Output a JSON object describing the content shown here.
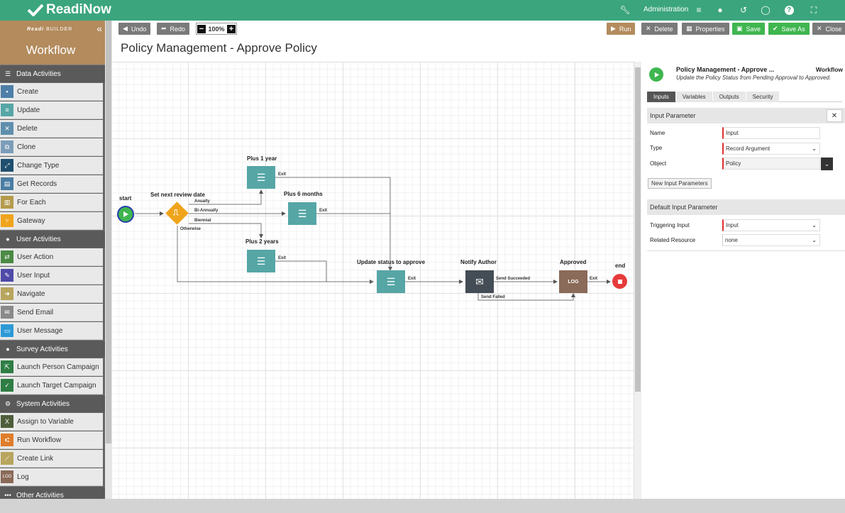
{
  "app": {
    "brand": "ReadiNow",
    "admin_label": "Administration"
  },
  "builder": {
    "title_prefix": "Readi",
    "title_suffix": "BUILDER",
    "panel_title": "Workflow"
  },
  "sidebar": [
    {
      "type": "cat",
      "label": "Data Activities",
      "icon": "table-icon"
    },
    {
      "type": "item",
      "label": "Create",
      "color": "#4f7fa8",
      "glyph": "▪"
    },
    {
      "type": "item",
      "label": "Update",
      "color": "#56a6a6",
      "glyph": "≡"
    },
    {
      "type": "item",
      "label": "Delete",
      "color": "#5f8fad",
      "glyph": "✕"
    },
    {
      "type": "item",
      "label": "Clone",
      "color": "#7c9db8",
      "glyph": "⧉"
    },
    {
      "type": "item",
      "label": "Change Type",
      "color": "#1f4f6e",
      "glyph": "⤢"
    },
    {
      "type": "item",
      "label": "Get Records",
      "color": "#4a7da3",
      "glyph": "▤"
    },
    {
      "type": "item",
      "label": "For Each",
      "color": "#b59a4c",
      "glyph": "▥"
    },
    {
      "type": "item",
      "label": "Gateway",
      "color": "#f0a41c",
      "glyph": "⑂"
    },
    {
      "type": "cat",
      "label": "User Activities",
      "icon": "user-icon"
    },
    {
      "type": "item",
      "label": "User Action",
      "color": "#4c8a45",
      "glyph": "⇄"
    },
    {
      "type": "item",
      "label": "User Input",
      "color": "#4f4aa8",
      "glyph": "✎"
    },
    {
      "type": "item",
      "label": "Navigate",
      "color": "#b8a55e",
      "glyph": "➜"
    },
    {
      "type": "item",
      "label": "Send Email",
      "color": "#8a8a8a",
      "glyph": "✉"
    },
    {
      "type": "item",
      "label": "User Message",
      "color": "#2d9ad6",
      "glyph": "▭"
    },
    {
      "type": "cat",
      "label": "Survey Activities",
      "icon": "person-icon"
    },
    {
      "type": "item",
      "label": "Launch Person Campaign",
      "color": "#2e7d44",
      "glyph": "⇱"
    },
    {
      "type": "item",
      "label": "Launch Target Campaign",
      "color": "#2e7d44",
      "glyph": "✓"
    },
    {
      "type": "cat",
      "label": "System Activities",
      "icon": "gears-icon"
    },
    {
      "type": "item",
      "label": "Assign to Variable",
      "color": "#4e5e3a",
      "glyph": "X"
    },
    {
      "type": "item",
      "label": "Run Workflow",
      "color": "#e07d2b",
      "glyph": "⑆"
    },
    {
      "type": "item",
      "label": "Create Link",
      "color": "#b8a55e",
      "glyph": "⟋"
    },
    {
      "type": "item",
      "label": "Log",
      "color": "#8a6a58",
      "glyph": "LOG"
    },
    {
      "type": "cat",
      "label": "Other Activities",
      "icon": "dots-icon"
    }
  ],
  "toolbar": {
    "undo": "Undo",
    "redo": "Redo",
    "zoom": "100%",
    "run": "Run",
    "delete": "Delete",
    "properties": "Properties",
    "save": "Save",
    "save_as": "Save As",
    "close": "Close"
  },
  "workflow_title": "Policy Management - Approve Policy",
  "diagram": {
    "start": "start",
    "end": "end",
    "gateway": "Set next review date",
    "plus1": "Plus 1 year",
    "plus6": "Plus 6 months",
    "plus2": "Plus 2 years",
    "update": "Update status to approve",
    "notify": "Notify Author",
    "approved": "Approved",
    "edges": {
      "anually": "Anually",
      "biannually": "Bi-Annually",
      "biennial": "Biennial",
      "otherwise": "Otherwise",
      "exit": "Exit",
      "send_succeeded": "Send Succeeded",
      "send_failed": "Send Failed"
    },
    "log_text": "LOG"
  },
  "properties": {
    "title": "Policy Management - Approve ...",
    "type": "Workflow",
    "description": "Update the Policy Status from Pending Approval to Approved.",
    "tabs": [
      "Inputs",
      "Variables",
      "Outputs",
      "Security"
    ],
    "input_section": "Input Parameter",
    "name_label": "Name",
    "name_value": "Input",
    "type_label": "Type",
    "type_value": "Record Argument",
    "object_label": "Object",
    "object_value": "Policy",
    "new_input_button": "New Input Parameters",
    "default_section": "Default Input Parameter",
    "triggering_label": "Triggering Input",
    "triggering_value": "Input",
    "related_label": "Related Resource",
    "related_value": "none"
  }
}
